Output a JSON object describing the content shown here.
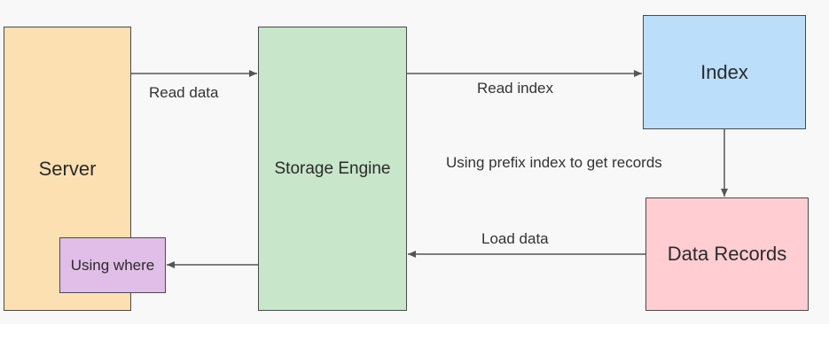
{
  "nodes": {
    "server": "Server",
    "storage_engine": "Storage Engine",
    "index": "Index",
    "data_records": "Data Records",
    "using_where": "Using where"
  },
  "edges": {
    "read_data": "Read data",
    "read_index": "Read index",
    "prefix_index": "Using prefix index to get records",
    "load_data": "Load data"
  },
  "colors": {
    "server": "#fde0b2",
    "storage_engine": "#c8e6c9",
    "index": "#bbdefb",
    "data_records": "#ffcdd2",
    "using_where": "#e1bee7",
    "arrow": "#555555"
  }
}
